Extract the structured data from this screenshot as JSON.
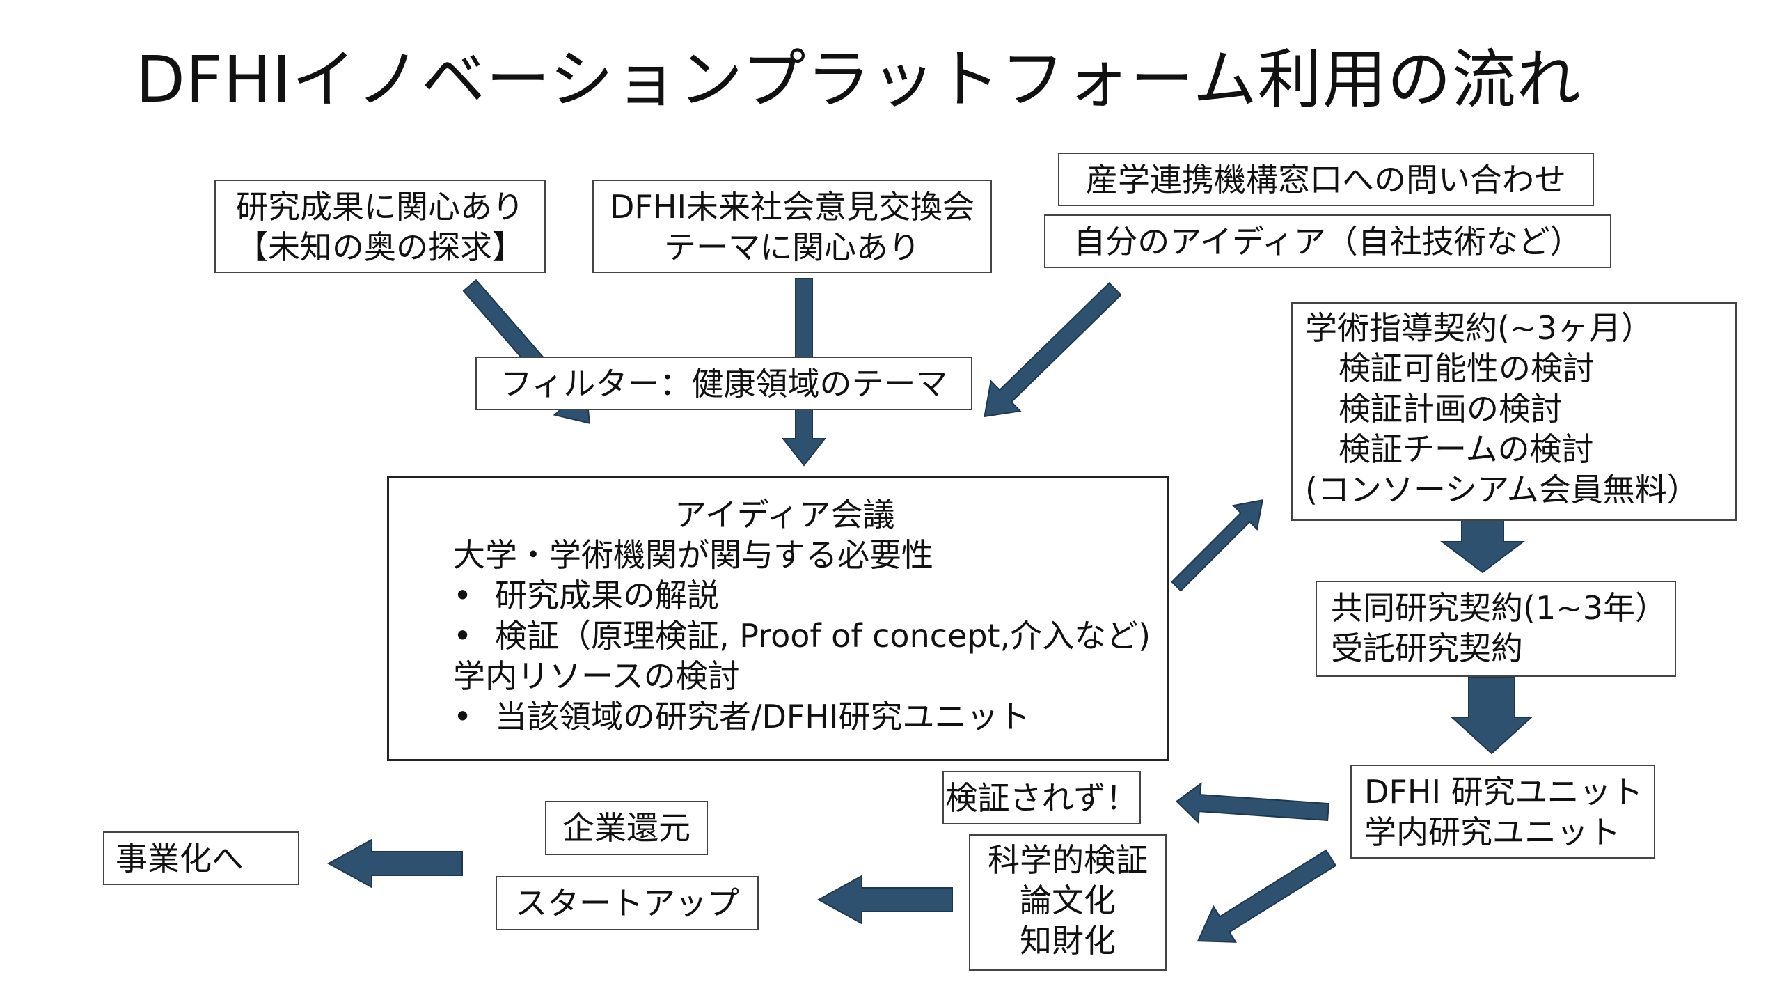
{
  "title": "DFHIイノベーションプラットフォーム利用の流れ",
  "colors": {
    "arrow": "#2f5170",
    "border": "#444444",
    "text": "#111111"
  },
  "inputs": {
    "research_interest": [
      "研究成果に関心あり",
      "【未知の奥の探求】"
    ],
    "future_society": [
      "DFHI未来社会意見交換会",
      "テーマに関心あり"
    ],
    "industry_inquiry": "産学連携機構窓口への問い合わせ",
    "own_idea": "自分のアイディア（自社技術など）"
  },
  "filter": "フィルター：健康領域のテーマ",
  "idea_meeting": {
    "title": "アイディア会議",
    "line1": "大学・学術機関が関与する必要性",
    "bullets1": [
      "研究成果の解説",
      "検証（原理検証, Proof of concept,介入など)"
    ],
    "line2": "学内リソースの検討",
    "bullets2": [
      "当該領域の研究者/DFHI研究ユニット"
    ]
  },
  "academic_guidance": {
    "title": "学術指導契約(~3ヶ月）",
    "items": [
      "検証可能性の検討",
      "検証計画の検討",
      "検証チームの検討"
    ],
    "note": "(コンソーシアム会員無料）"
  },
  "joint_research": [
    "共同研究契約(1~3年）",
    "受託研究契約"
  ],
  "research_unit": [
    "DFHI 研究ユニット",
    "学内研究ユニット"
  ],
  "not_verified": "検証されず！",
  "scientific": [
    "科学的検証",
    "論文化",
    "知財化"
  ],
  "corporate_return": "企業還元",
  "startup": "スタートアップ",
  "commercialization": "事業化へ"
}
